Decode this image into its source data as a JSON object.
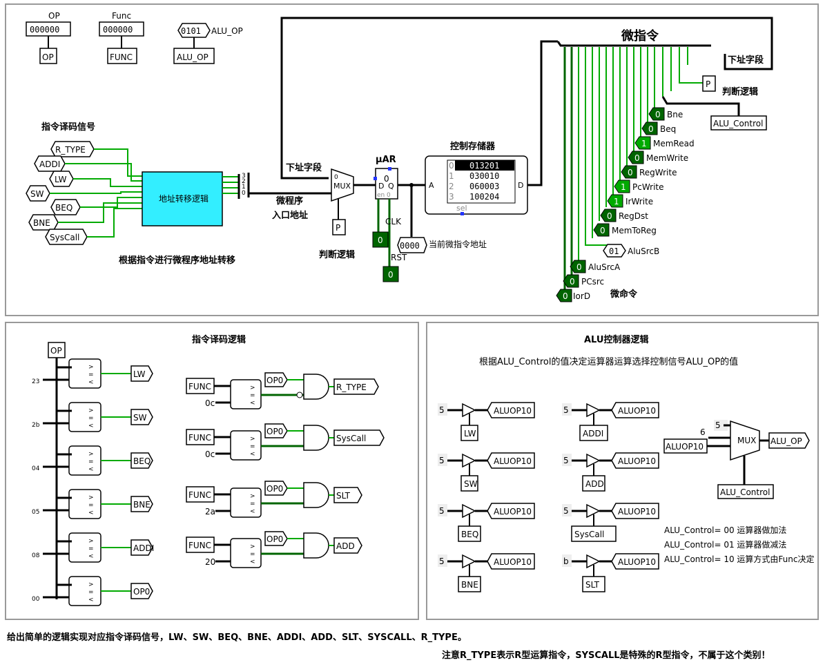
{
  "top": {
    "op_label": "OP",
    "op_value": "000000",
    "op_tunnel": "OP",
    "func_label": "Func",
    "func_value": "000000",
    "func_tunnel": "FUNC",
    "aluop_value": "0101",
    "aluop_label": "ALU_OP",
    "aluop_tunnel": "ALU_OP",
    "decode_title": "指令译码信号",
    "inputs": [
      "R_TYPE",
      "ADDI",
      "LW",
      "SW",
      "BEQ",
      "BNE",
      "SysCall"
    ],
    "addr_logic": "地址转移逻辑",
    "addr_caption": "根据指令进行微程序地址转移",
    "next_addr_field": "下址字段",
    "mux_label": "MUX",
    "mux_tunnel": "P",
    "judge_logic": "判断逻辑",
    "entry_line1": "微程序",
    "entry_line2": "入口地址",
    "uar_label": "μAR",
    "uar_value": "0",
    "clk": "CLK",
    "rst": "RST",
    "clk_value": "0",
    "rst_value": "0",
    "cur_addr_value": "0000",
    "cur_addr_label": "当前微指令地址",
    "rom_title": "控制存储器",
    "rom_rows": [
      {
        "idx": "0",
        "val": "013201"
      },
      {
        "idx": "1",
        "val": "030010"
      },
      {
        "idx": "2",
        "val": "060003"
      },
      {
        "idx": "3",
        "val": "100204"
      }
    ],
    "rom_sel": "sel",
    "rom_a": "A",
    "rom_d": "D",
    "micro_instr": "微指令",
    "next_addr_right": "下址字段",
    "p_tunnel": "P",
    "judge_right": "判断逻辑",
    "alu_control_tunnel": "ALU_Control",
    "signals": [
      {
        "name": "Bne",
        "val": "0"
      },
      {
        "name": "Beq",
        "val": "0"
      },
      {
        "name": "MemRead",
        "val": "1"
      },
      {
        "name": "MemWrite",
        "val": "0"
      },
      {
        "name": "RegWrite",
        "val": "0"
      },
      {
        "name": "PcWrite",
        "val": "1"
      },
      {
        "name": "IrWrite",
        "val": "1"
      },
      {
        "name": "RegDst",
        "val": "0"
      },
      {
        "name": "MemToReg",
        "val": "0"
      },
      {
        "name": "AluSrcB",
        "val": "01"
      },
      {
        "name": "AluSrcA",
        "val": "0"
      },
      {
        "name": "PCsrc",
        "val": "0"
      },
      {
        "name": "IorD",
        "val": "0"
      }
    ],
    "micro_cmd": "微命令"
  },
  "decode": {
    "title": "指令译码逻辑",
    "op_tunnel": "OP",
    "comparators": [
      {
        "const": "23",
        "out": "LW"
      },
      {
        "const": "2b",
        "out": "SW"
      },
      {
        "const": "04",
        "out": "BEQ"
      },
      {
        "const": "05",
        "out": "BNE"
      },
      {
        "const": "08",
        "out": "ADDI"
      },
      {
        "const": "00",
        "out": "OP0"
      }
    ],
    "func_rows": [
      {
        "func": "FUNC",
        "const": "0c",
        "op": "OP0",
        "out": "R_TYPE"
      },
      {
        "func": "FUNC",
        "const": "0c",
        "op": "OP0",
        "out": "SysCall"
      },
      {
        "func": "FUNC",
        "const": "2a",
        "op": "OP0",
        "out": "SLT"
      },
      {
        "func": "FUNC",
        "const": "20",
        "op": "OP0",
        "out": "ADD"
      }
    ]
  },
  "alu": {
    "title": "ALU控制器逻辑",
    "subtitle": "根据ALU_Control的值决定运算器运算选择控制信号ALU_OP的值",
    "buffers": [
      {
        "const": "5",
        "in": "LW",
        "out": "ALUOP10"
      },
      {
        "const": "5",
        "in": "SW",
        "out": "ALUOP10"
      },
      {
        "const": "5",
        "in": "BEQ",
        "out": "ALUOP10"
      },
      {
        "const": "5",
        "in": "BNE",
        "out": "ALUOP10"
      },
      {
        "const": "5",
        "in": "ADDI",
        "out": "ALUOP10"
      },
      {
        "const": "5",
        "in": "ADD",
        "out": "ALUOP10"
      },
      {
        "const": "5",
        "in": "SysCall",
        "out": "ALUOP10"
      },
      {
        "const": "b",
        "in": "SLT",
        "out": "ALUOP10"
      }
    ],
    "mux_c0": "5",
    "mux_c1": "6",
    "mux_in": "ALUOP10",
    "mux_label": "MUX",
    "mux_out": "ALU_OP",
    "mux_sel": "ALU_Control",
    "notes": [
      "ALU_Control= 00 运算器做加法",
      "ALU_Control= 01 运算器做减法",
      "ALU_Control= 10 运算方式由Func决定"
    ]
  },
  "footer": {
    "line1": "给出简单的逻辑实现对应指令译码信号，LW、SW、BEQ、BNE、ADDI、ADD、SLT、SYSCALL、R_TYPE。",
    "line2": "注意R_TYPE表示R型运算指令，SYSCALL是特殊的R型指令，不属于这个类别！"
  }
}
